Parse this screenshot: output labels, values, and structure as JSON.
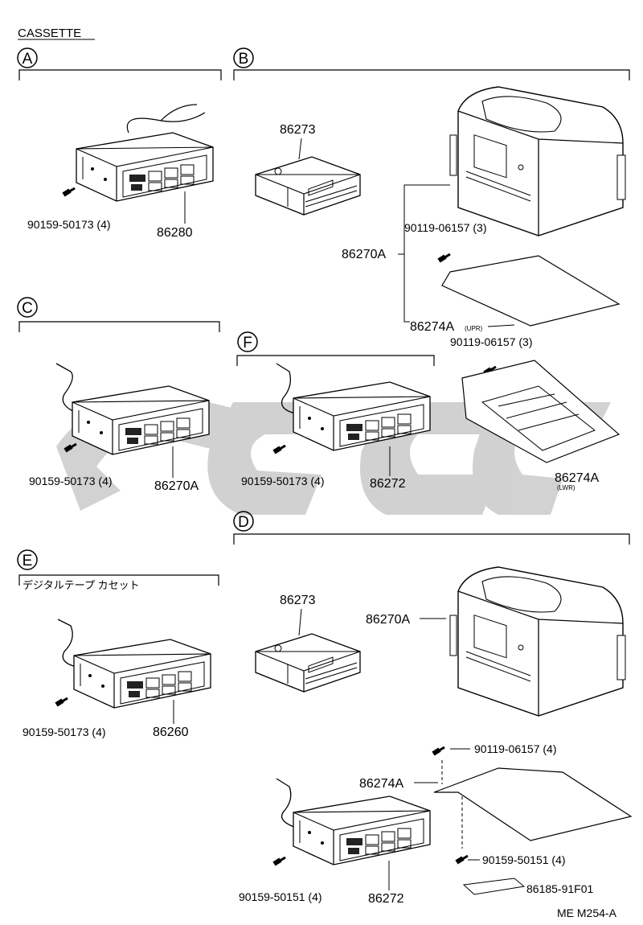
{
  "title": "CASSETTE",
  "footer_code": "ME M254-A",
  "watermark": "cgs",
  "sections": {
    "A": {
      "letter": "A",
      "parts": [
        "90159-50173 (4)",
        "86280"
      ]
    },
    "B": {
      "letter": "B",
      "parts": [
        "86273",
        "86270A",
        "90119-06157 (3)",
        "86274A",
        "(UPR)"
      ]
    },
    "C": {
      "letter": "C",
      "parts": [
        "90159-50173 (4)",
        "86270A"
      ]
    },
    "F": {
      "letter": "F",
      "parts": [
        "90119-06157 (3)",
        "90159-50173 (4)",
        "86272",
        "86274A",
        "(LWR)"
      ]
    },
    "E": {
      "letter": "E",
      "note": "デジタルテープ カセット",
      "parts": [
        "90159-50173 (4)",
        "86260"
      ]
    },
    "D": {
      "letter": "D",
      "parts": [
        "86273",
        "86270A",
        "90119-06157 (4)",
        "86274A",
        "90159-50151 (4)",
        "86185-91F01",
        "90159-50151 (4)",
        "86272"
      ]
    }
  }
}
